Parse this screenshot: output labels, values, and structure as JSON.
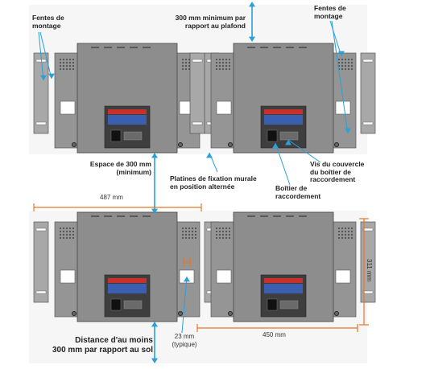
{
  "labels": {
    "mounting_slots_left": "Fentes de\nmontage",
    "mounting_slots_right": "Fentes de\nmontage",
    "ceiling_clearance": "300 mm minimum par\nrapport au plafond",
    "spacing": "Espace de 300 mm\n(minimum)",
    "wall_plates": "Platines de fixation murale\nen position alternée",
    "junction_box": "Boîtier de\nraccordement",
    "cover_screw": "Vis du couvercle\ndu boîtier de\nraccordement",
    "floor_clearance": "Distance d'au moins\n300 mm par rapport au sol"
  },
  "dimensions": {
    "width_487": "487 mm",
    "width_450": "450 mm",
    "height_311": "311 mm",
    "gap_23": "23 mm\n(typique)"
  },
  "colors": {
    "unit_body": "#8d8d8d",
    "unit_dark": "#5a5a5a",
    "dim_orange": "#e8762a",
    "arrow_blue": "#2aa0d8",
    "warning_red": "#c8302a",
    "label_blue": "#3a5fb0"
  }
}
